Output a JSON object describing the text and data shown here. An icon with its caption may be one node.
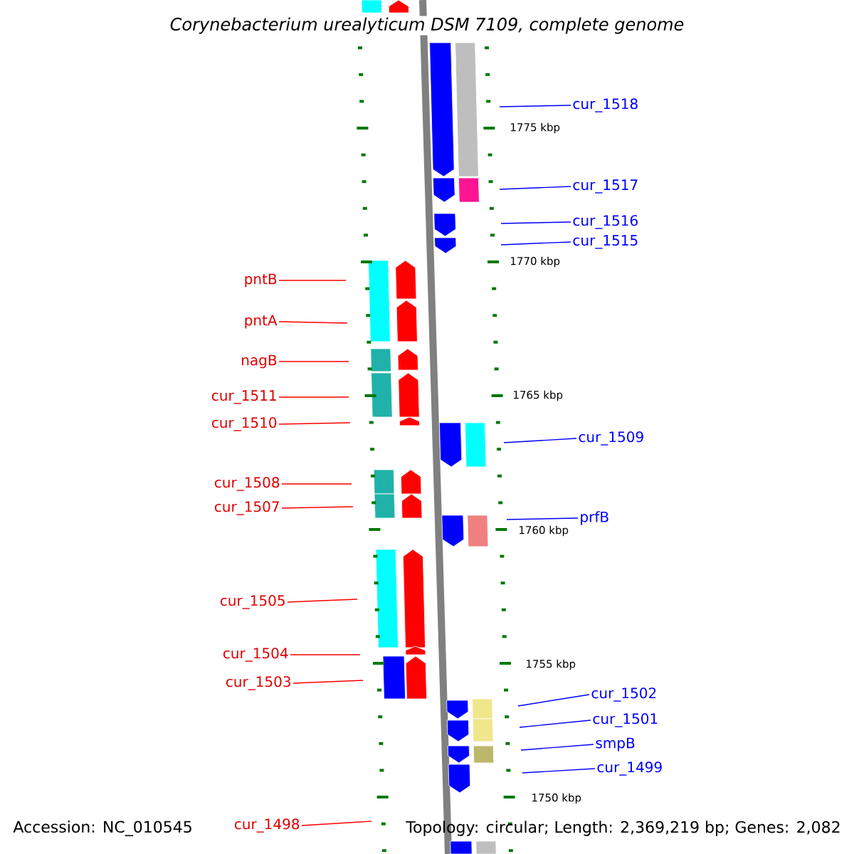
{
  "diagram": {
    "title": "Corynebacterium urealyticum DSM 7109, complete genome",
    "nodes": [
      {
        "text": [
          "cur_1518"
        ]
      },
      {
        "text": [
          "cur_1517"
        ]
      },
      {
        "text": [
          "cur_1516"
        ]
      },
      {
        "text": [
          "cur_1515"
        ]
      },
      {
        "text": [
          "pntB"
        ]
      },
      {
        "text": [
          "pntA"
        ]
      },
      {
        "text": [
          "nagB"
        ]
      },
      {
        "text": [
          "cur_1511"
        ]
      },
      {
        "text": [
          "cur_1510"
        ]
      },
      {
        "text": [
          "cur_1509"
        ]
      },
      {
        "text": [
          "cur_1508"
        ]
      },
      {
        "text": [
          "cur_1507"
        ]
      },
      {
        "text": [
          "prfB"
        ]
      },
      {
        "text": [
          "cur_1505"
        ]
      },
      {
        "text": [
          "cur_1504"
        ]
      },
      {
        "text": [
          "cur_1503"
        ]
      },
      {
        "text": [
          "cur_1502"
        ]
      },
      {
        "text": [
          "cur_1501"
        ]
      },
      {
        "text": [
          "smpB"
        ]
      },
      {
        "text": [
          "cur_1499"
        ]
      },
      {
        "text": [
          "cur_1498"
        ]
      }
    ],
    "edges": [
      {
        "from": 0,
        "to": null,
        "arrow": "none",
        "color": "#0000ff"
      },
      {
        "from": 1,
        "to": null,
        "arrow": "none",
        "color": "#0000ff"
      },
      {
        "from": 2,
        "to": null,
        "arrow": "none",
        "color": "#0000ff"
      },
      {
        "from": 3,
        "to": null,
        "arrow": "none",
        "color": "#0000ff"
      },
      {
        "from": 4,
        "to": null,
        "arrow": "none"
      },
      {
        "from": 5,
        "to": null,
        "arrow": "none"
      },
      {
        "from": 6,
        "to": null,
        "arrow": "none"
      },
      {
        "from": 7,
        "to": null,
        "arrow": "none"
      },
      {
        "from": 8,
        "to": null,
        "arrow": "none"
      },
      {
        "from": 9,
        "to": null,
        "arrow": "none",
        "color": "#0000ff"
      },
      {
        "from": 10,
        "to": null,
        "arrow": "none"
      },
      {
        "from": 11,
        "to": null,
        "arrow": "none"
      },
      {
        "from": 12,
        "to": null,
        "arrow": "none",
        "color": "#0000ff"
      },
      {
        "from": 13,
        "to": null,
        "arrow": "none"
      },
      {
        "from": 14,
        "to": null,
        "arrow": "none"
      },
      {
        "from": 15,
        "to": null,
        "arrow": "none"
      },
      {
        "from": 16,
        "to": null,
        "arrow": "none",
        "color": "#0000ff"
      },
      {
        "from": 17,
        "to": null,
        "arrow": "none",
        "color": "#0000ff"
      },
      {
        "from": 18,
        "to": null,
        "arrow": "none",
        "color": "#0000ff"
      },
      {
        "from": 19,
        "to": null,
        "arrow": "none",
        "color": "#0000ff"
      },
      {
        "from": 20,
        "to": null,
        "arrow": "none"
      }
    ],
    "labels": [
      "1775 kbp",
      "1770 kbp",
      "1765 kbp",
      "1760 kbp",
      "1755 kbp",
      "1750 kbp",
      "Accession: NC_010545",
      "Topology: circular; Length: 2,369,219 bp; Genes: 2,082"
    ]
  }
}
